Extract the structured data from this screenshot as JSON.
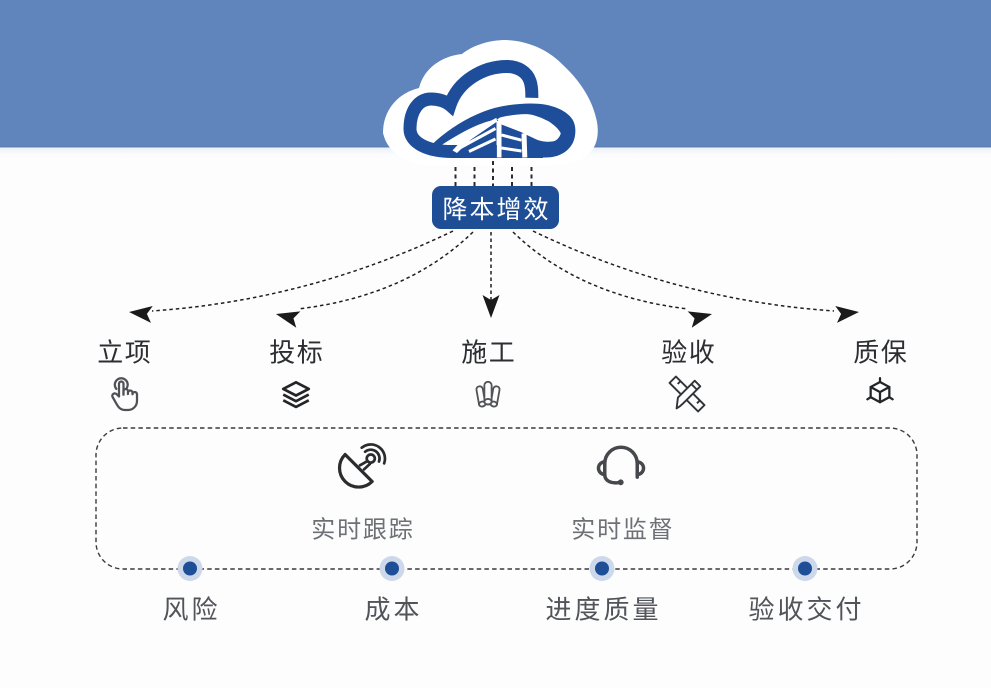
{
  "badge": {
    "label": "降本增效"
  },
  "logo": {
    "name": "cloud-building-logo"
  },
  "colors": {
    "band_blue": "#6084bc",
    "navy": "#1e4e96",
    "dash": "#222222",
    "dot_core": "#1d4e96",
    "dot_halo": "#cdd8eb"
  },
  "stages": [
    {
      "label": "立项",
      "icon": "tap-icon"
    },
    {
      "label": "投标",
      "icon": "layers-icon"
    },
    {
      "label": "施工",
      "icon": "pipes-icon"
    },
    {
      "label": "验收",
      "icon": "pencil-ruler-icon"
    },
    {
      "label": "质保",
      "icon": "cube-icon"
    }
  ],
  "monitor_panel": {
    "items": [
      {
        "label": "实时跟踪",
        "icon": "satellite-dish-icon"
      },
      {
        "label": "实时监督",
        "icon": "headset-icon"
      }
    ]
  },
  "timeline": [
    {
      "label": "风险"
    },
    {
      "label": "成本"
    },
    {
      "label": "进度质量"
    },
    {
      "label": "验收交付"
    }
  ]
}
